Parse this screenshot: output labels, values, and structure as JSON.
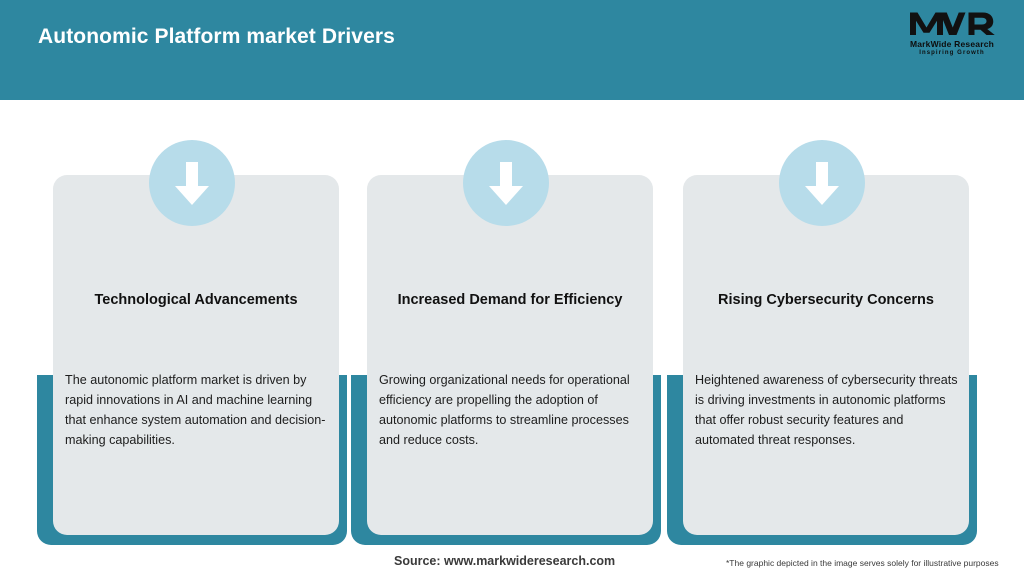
{
  "header": {
    "title": "Autonomic Platform market Drivers",
    "band_color": "#2E87A0",
    "title_color": "#FFFFFF"
  },
  "logo": {
    "mark": "MWR",
    "name": "MarkWide Research",
    "tagline": "Inspiring Growth"
  },
  "theme": {
    "accent": "#2E87A0",
    "card_bg": "#E4E8EA",
    "badge_bg": "#B7DCEA",
    "arrow_color": "#FFFFFF",
    "text_color": "#1D1D1D"
  },
  "cards": [
    {
      "icon": "down-arrow-icon",
      "heading": "Technological Advancements",
      "body": "The autonomic platform market is driven by rapid innovations in AI and machine learning that enhance system automation and decision-making capabilities."
    },
    {
      "icon": "down-arrow-icon",
      "heading": "Increased Demand for Efficiency",
      "body": "Growing organizational needs for operational efficiency are propelling the adoption of autonomic platforms to streamline processes and reduce costs."
    },
    {
      "icon": "down-arrow-icon",
      "heading": "Rising Cybersecurity Concerns",
      "body": "Heightened awareness of cybersecurity threats is driving investments in autonomic platforms that offer robust security features and automated threat responses."
    }
  ],
  "footer": {
    "source": "Source: www.markwideresearch.com",
    "disclaimer": "*The graphic depicted in the image serves solely for illustrative purposes"
  }
}
